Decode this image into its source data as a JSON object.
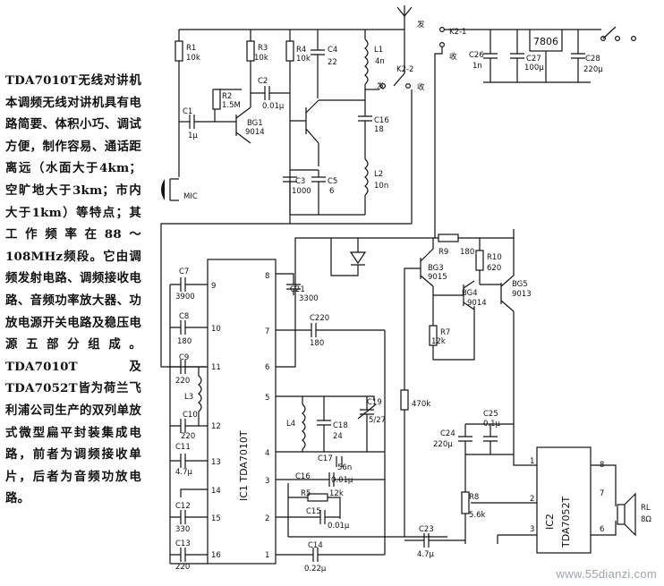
{
  "article": {
    "title": "TDA7010T无线对讲机",
    "body": "本调频无线对讲机具有电路简要、体积小巧、调试方便，制作容易、通话距离远（水面大于4km；空旷地大于3km；市内大于1km）等特点；其工作频率在88～108MHz频段。它由调频发射电路、调频接收电路、音频功率放大器、功放电源开关电路及稳压电源五部分组成。TDA7010T及TDA7052T皆为荷兰飞利浦公司生产的双列单放式微型扁平封装集成电路，前者为调频接收单片，后者为音频功放电路。"
  },
  "watermark": "www.55dianzi.com",
  "components": {
    "R1": {
      "ref": "R1",
      "val": "10k"
    },
    "R2": {
      "ref": "R2",
      "val": "1.5M"
    },
    "R3": {
      "ref": "R3",
      "val": "10k"
    },
    "R4": {
      "ref": "R4",
      "val": "10k"
    },
    "R5": {
      "ref": "R5",
      "val": "12k"
    },
    "R7": {
      "ref": "R7",
      "val": "12k"
    },
    "R8": {
      "ref": "R8",
      "val": "5.6k"
    },
    "R9": {
      "ref": "R9",
      "val": "180"
    },
    "R10": {
      "ref": "R10",
      "val": "620"
    },
    "R470": {
      "val": "470k"
    },
    "C1": {
      "ref": "C1",
      "val": "1μ"
    },
    "C2": {
      "ref": "C2",
      "val": "0.01μ"
    },
    "C3": {
      "ref": "C3",
      "val": "1000"
    },
    "C4": {
      "ref": "C4",
      "val": "22"
    },
    "C5": {
      "ref": "C5",
      "val": "6"
    },
    "C7": {
      "ref": "C7",
      "val": "3900"
    },
    "C8": {
      "ref": "C8",
      "val": "180"
    },
    "C9": {
      "ref": "C9",
      "val": "220"
    },
    "C10": {
      "ref": "C10",
      "val": "220"
    },
    "C11": {
      "ref": "C11",
      "val": "4.7μ"
    },
    "C12": {
      "ref": "C12",
      "val": "330"
    },
    "C13": {
      "ref": "C13",
      "val": "220"
    },
    "C14": {
      "ref": "C14",
      "val": "0.22μ"
    },
    "C15": {
      "ref": "C15",
      "val": "0.01μ"
    },
    "C16": {
      "ref": "C16",
      "val": "18"
    },
    "C16b": {
      "ref": "C16",
      "val": "0.01μ"
    },
    "C17": {
      "ref": "C17",
      "val": "56n"
    },
    "C18": {
      "ref": "C18",
      "val": "24"
    },
    "C19": {
      "ref": "C19",
      "val": "5/27"
    },
    "C21": {
      "ref": "C21",
      "val": "3300"
    },
    "C220": {
      "ref": "C220",
      "val": "180"
    },
    "C23": {
      "ref": "C23",
      "val": "4.7μ"
    },
    "C24": {
      "ref": "C24",
      "val": "220μ"
    },
    "C25": {
      "ref": "C25",
      "val": "0.1μ"
    },
    "C26": {
      "ref": "C26",
      "val": "1n"
    },
    "C27": {
      "ref": "C27",
      "val": "100μ"
    },
    "C28": {
      "ref": "C28",
      "val": "220μ"
    },
    "L1": {
      "ref": "L1",
      "val": "4n"
    },
    "L2": {
      "ref": "L2",
      "val": "10n"
    },
    "L3": {
      "ref": "L3"
    },
    "L4": {
      "ref": "L4"
    },
    "BG1": {
      "ref": "BG1",
      "val": "9014"
    },
    "BG3": {
      "ref": "BG3",
      "val": "9015"
    },
    "BG4": {
      "ref": "BG4",
      "val": "9014"
    },
    "BG5": {
      "ref": "BG5",
      "val": "9013"
    },
    "MIC": {
      "ref": "MIC"
    },
    "K21": {
      "ref": "K2-1"
    },
    "K22": {
      "ref": "K2-2"
    },
    "reg": {
      "val": "7806"
    },
    "IC1": {
      "ref": "IC1 TDA7010T"
    },
    "IC2": {
      "ref": "IC2",
      "val": "TDA7052T"
    },
    "RL": {
      "ref": "RL",
      "val": "8Ω"
    }
  },
  "switch_labels": {
    "tx": "发",
    "rx": "收"
  },
  "pins": {
    "ic1_left": [
      "9",
      "10",
      "11",
      "12",
      "13",
      "14",
      "15",
      "16"
    ],
    "ic1_right": [
      "8",
      "7",
      "6",
      "5",
      "4",
      "3",
      "2",
      "1"
    ],
    "ic2_left": [
      "1",
      "2",
      "3"
    ],
    "ic2_right": [
      "8",
      "7",
      "6"
    ]
  }
}
